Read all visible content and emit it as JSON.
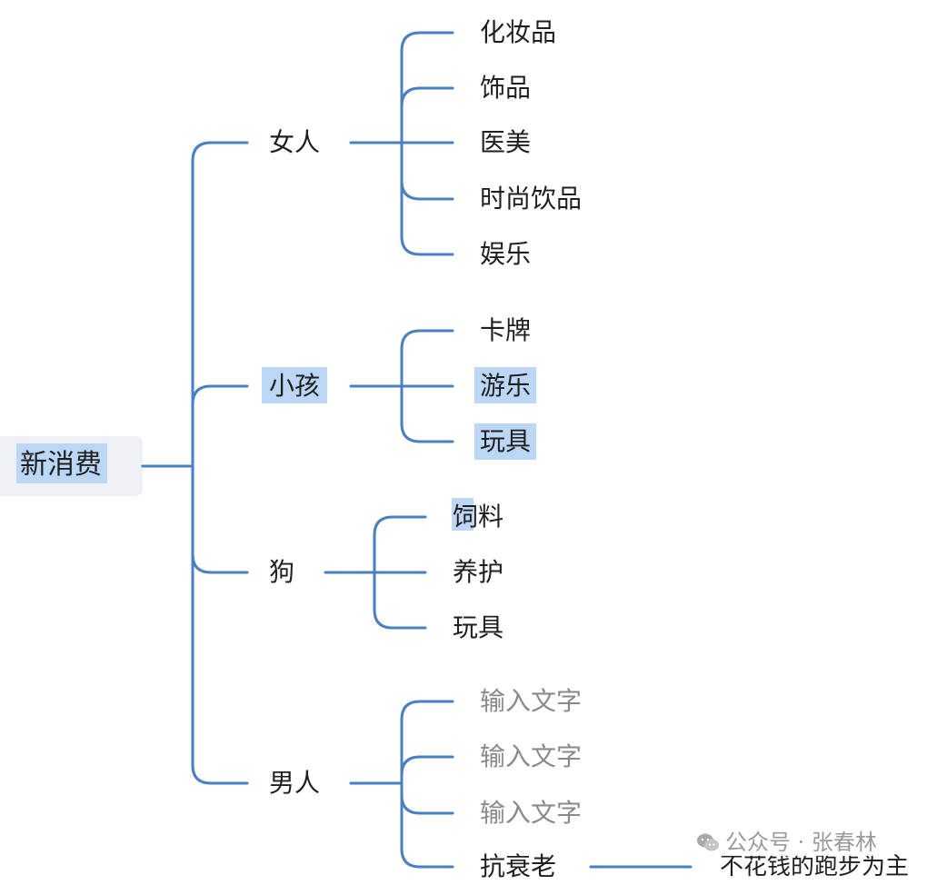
{
  "root": "新消费",
  "branches": [
    {
      "label": "女人",
      "highlighted": false,
      "children": [
        "化妆品",
        "饰品",
        "医美",
        "时尚饮品",
        "娱乐"
      ]
    },
    {
      "label": "小孩",
      "highlighted": true,
      "children": [
        "卡牌",
        "游乐",
        "玩具"
      ]
    },
    {
      "label": "狗",
      "highlighted": false,
      "children": [
        "饲料",
        "养护",
        "玩具"
      ]
    },
    {
      "label": "男人",
      "highlighted": false,
      "children": [
        "输入文字",
        "输入文字",
        "输入文字",
        "抗衰老"
      ]
    }
  ],
  "leaf_note": "不花钱的跑步为主",
  "watermark": "公众号 · 张春林",
  "colors": {
    "line": "#4a7fc4",
    "highlight": "#bcd6f5",
    "root_bg": "#eef0f3",
    "placeholder_text": "#8a8a8a"
  },
  "icons": {
    "watermark": "wechat-icon"
  }
}
